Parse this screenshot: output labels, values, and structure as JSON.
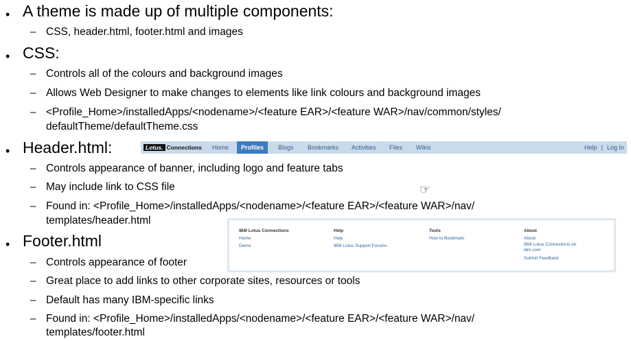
{
  "sections": [
    {
      "title": "A theme is made up of multiple components:",
      "items": [
        "CSS, header.html, footer.html and images"
      ]
    },
    {
      "title": "CSS:",
      "items": [
        "Controls all of the colours and background images",
        "Allows Web Designer to make changes to elements like link colours and background images",
        "<Profile_Home>/installedApps/<nodename>/<feature EAR>/<feature WAR>/nav/common/styles/",
        "defaultTheme/defaultTheme.css"
      ]
    },
    {
      "title": "Header.html:",
      "items": [
        "Controls appearance of banner, including logo and feature tabs",
        "May include link to CSS file",
        "Found in: <Profile_Home>/installedApps/<nodename>/<feature EAR>/<feature WAR>/nav/",
        "templates/header.html"
      ]
    },
    {
      "title": "Footer.html",
      "items": [
        "Controls appearance of footer",
        "Great place to add links to other corporate sites, resources or tools",
        "Default has many IBM-specific links",
        "Found in: <Profile_Home>/installedApps/<nodename>/<feature EAR>/<feature WAR>/nav/",
        "templates/footer.html"
      ]
    }
  ],
  "banner": {
    "logo_lotus": "Lotus.",
    "logo_connections": "Connections",
    "tabs": [
      "Home",
      "Profiles",
      "Blogs",
      "Bookmarks",
      "Activities",
      "Files",
      "Wikis"
    ],
    "active_tab": "Profiles",
    "help": "Help",
    "separator": "|",
    "login": "Log In"
  },
  "footer_preview": {
    "columns": [
      {
        "heading": "IBM Lotus Connections",
        "links": [
          "Home",
          "Demo"
        ]
      },
      {
        "heading": "Help",
        "links": [
          "Help",
          "IBM Lotus Support Forums"
        ]
      },
      {
        "heading": "Tools",
        "links": [
          "How to Bookmark"
        ]
      },
      {
        "heading": "About",
        "links": [
          "About",
          "IBM Lotus Connections on ibm.com",
          "Submit Feedback"
        ]
      }
    ]
  },
  "icons": {
    "cursor": "pointing-hand-cursor-icon",
    "bullet": "•",
    "dash": "–"
  }
}
